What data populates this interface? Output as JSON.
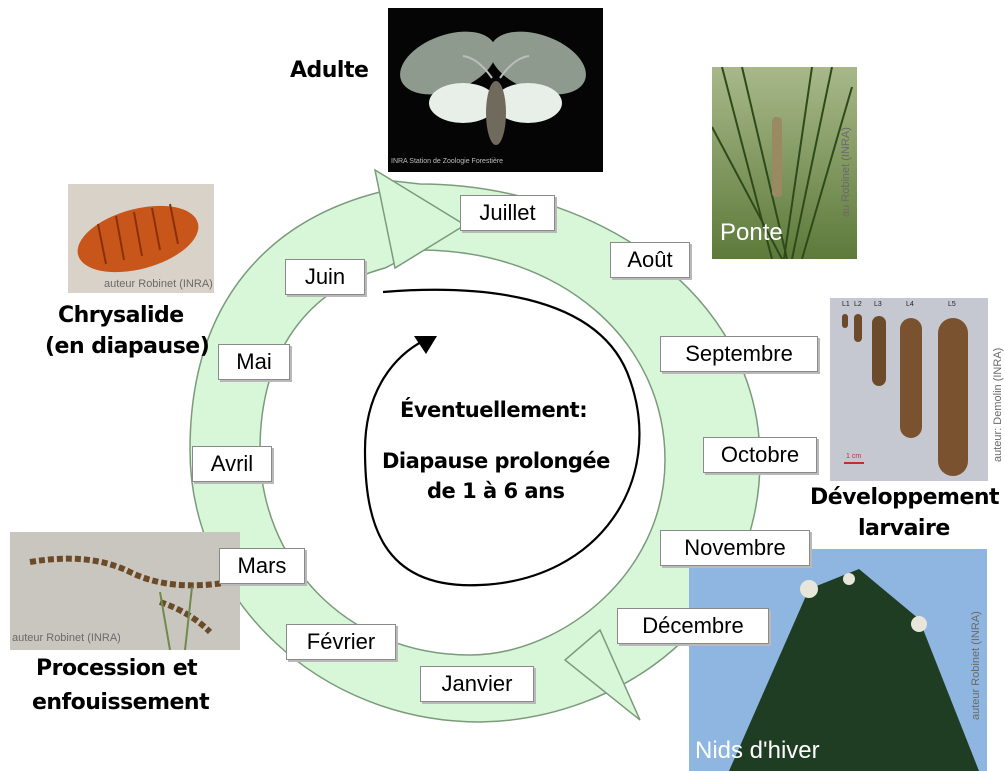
{
  "months": [
    {
      "key": "juillet",
      "label": "Juillet"
    },
    {
      "key": "aout",
      "label": "Août"
    },
    {
      "key": "septembre",
      "label": "Septembre"
    },
    {
      "key": "octobre",
      "label": "Octobre"
    },
    {
      "key": "novembre",
      "label": "Novembre"
    },
    {
      "key": "decembre",
      "label": "Décembre"
    },
    {
      "key": "janvier",
      "label": "Janvier"
    },
    {
      "key": "fevrier",
      "label": "Février"
    },
    {
      "key": "mars",
      "label": "Mars"
    },
    {
      "key": "avril",
      "label": "Avril"
    },
    {
      "key": "mai",
      "label": "Mai"
    },
    {
      "key": "juin",
      "label": "Juin"
    }
  ],
  "stages": {
    "adulte": "Adulte",
    "chrysalide_line1": "Chrysalide",
    "chrysalide_line2": "(en diapause)",
    "developpement_line1": "Développement",
    "developpement_line2": "larvaire",
    "procession_line1": "Procession et",
    "procession_line2": "enfouissement"
  },
  "center": {
    "line1": "Éventuellement:",
    "line2": "Diapause prolongée",
    "line3": "de 1 à 6 ans"
  },
  "photo_labels": {
    "ponte": "Ponte",
    "nids": "Nids d'hiver"
  },
  "credits": {
    "adult_photo": "INRA Station de Zoologie Forestière",
    "ponte": "au Robinet (INRA)",
    "chrysalide": "auteur Robinet (INRA)",
    "larvae": "auteur: Demolin (INRA)",
    "procession": "auteur Robinet (INRA)",
    "nids": "auteur Robinet (INRA)"
  },
  "larval_stage_labels": [
    "L1",
    "L2",
    "L3",
    "L4",
    "L5"
  ],
  "scale_bar_label": "1 cm",
  "colors": {
    "ring_fill": "#d8f7d8",
    "ring_stroke": "#7c9a7c",
    "photo_sky": "#8fb6e0",
    "pupa_orange": "#c8561a"
  }
}
